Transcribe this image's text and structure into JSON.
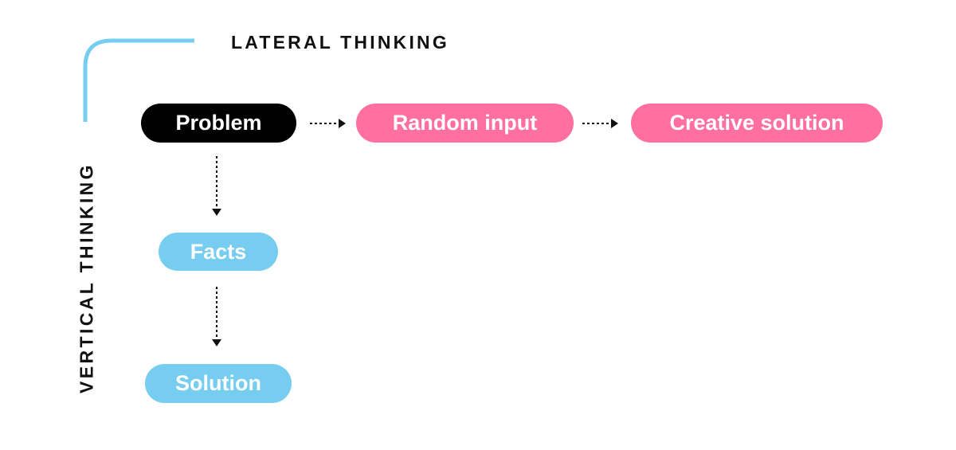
{
  "headings": {
    "lateral": "LATERAL THINKING",
    "vertical": "VERTICAL THINKING"
  },
  "nodes": {
    "problem": "Problem",
    "random_input": "Random input",
    "creative_solution": "Creative solution",
    "facts": "Facts",
    "solution": "Solution"
  },
  "colors": {
    "problem": "#000000",
    "lateral": "#ff6fa0",
    "vertical": "#76cdf0",
    "bracket": "#76cdf0",
    "arrow": "#111111",
    "text": "#111111"
  },
  "edges": [
    {
      "from": "problem",
      "to": "random_input",
      "style": "dotted",
      "direction": "horizontal"
    },
    {
      "from": "random_input",
      "to": "creative_solution",
      "style": "dotted",
      "direction": "horizontal"
    },
    {
      "from": "problem",
      "to": "facts",
      "style": "dotted",
      "direction": "vertical"
    },
    {
      "from": "facts",
      "to": "solution",
      "style": "dotted",
      "direction": "vertical"
    }
  ]
}
